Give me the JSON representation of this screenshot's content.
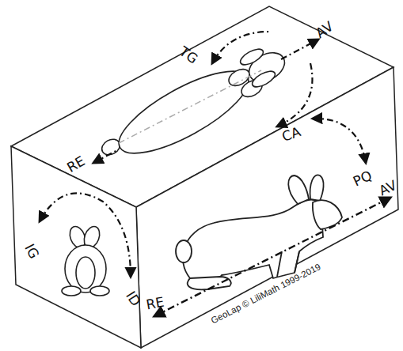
{
  "diagram": {
    "labels": [
      "TG",
      "AV",
      "RE",
      "CA",
      "PQ",
      "AV",
      "IG",
      "ID",
      "RE",
      "GeoLap © LiliMath 1999-2019"
    ]
  }
}
